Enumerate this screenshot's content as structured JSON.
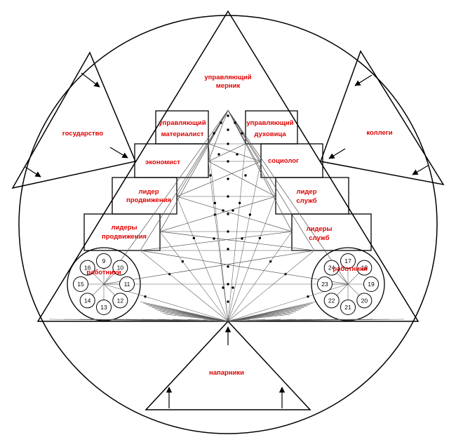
{
  "labels": {
    "manager_top_1": "управляющий",
    "manager_top_2": "мерник",
    "manager_left_1": "управляющий",
    "manager_left_2": "материалист",
    "manager_right_1": "управляющий",
    "manager_right_2": "духовица",
    "economist": "экономист",
    "sociologist": "социолог",
    "leader_left_1": "лидер",
    "leader_left_2": "продвижения",
    "leader_right_1": "лидер",
    "leader_right_2": "служб",
    "leaders_left_1": "лидеры",
    "leaders_left_2": "продвижения",
    "leaders_right_1": "лидеры",
    "leaders_right_2": "служб",
    "workers_left": "работники",
    "workers_right": "работники",
    "state": "государство",
    "colleagues": "коллеги",
    "partners": "напарники"
  },
  "left_circle_numbers": [
    "9",
    "10",
    "11",
    "12",
    "13",
    "14",
    "15",
    "16"
  ],
  "right_circle_numbers": [
    "17",
    "18",
    "19",
    "20",
    "21",
    "22",
    "23",
    "24"
  ],
  "colors": {
    "label": "#e00000",
    "line": "#000000"
  }
}
